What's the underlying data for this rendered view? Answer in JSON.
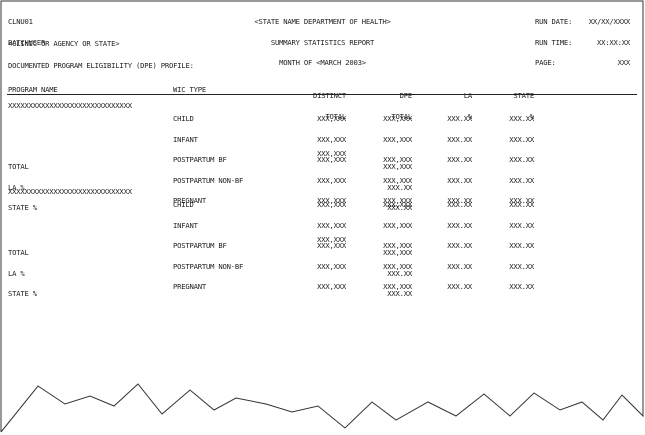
{
  "header": {
    "left_lines": [
      "CLNU01",
      "BATCHUSER"
    ],
    "center_lines": [
      "<STATE NAME DEPARTMENT OF HEALTH>",
      "SUMMARY STATISTICS REPORT",
      "MONTH OF <MARCH 2003>"
    ],
    "right_labels": [
      "RUN DATE:",
      "RUN TIME:",
      "PAGE:"
    ],
    "right_values": [
      "XX/XX/XXXX",
      "XX:XX:XX",
      "XXX"
    ]
  },
  "clinic_line": "<CLINIC OR AGENCY OR STATE>",
  "section_title": "DOCUMENTED PROGRAM ELIGIBILITY (DPE) PROFILE:",
  "columns": {
    "program_name": "PROGRAM NAME",
    "wic_type": "WIC TYPE",
    "distinct_1": "DISTINCT",
    "distinct_2": "TOTAL",
    "dpe_1": "DPE",
    "dpe_2": "TOTAL",
    "la_1": "LA",
    "la_2": "%",
    "state_1": "STATE",
    "state_2": "%"
  },
  "blocks": [
    {
      "program": "XXXXXXXXXXXXXXXXXXXXXXXXXXXXXX",
      "wic_types": [
        "CHILD",
        "INFANT",
        "POSTPARTUM BF",
        "POSTPARTUM NON-BF",
        "PREGNANT"
      ],
      "distinct": [
        "XXX,XXX",
        "XXX,XXX",
        "XXX,XXX",
        "XXX,XXX",
        "XXX,XXX"
      ],
      "dpe": [
        "XXX,XXX",
        "XXX,XXX",
        "XXX,XXX",
        "XXX,XXX",
        "XXX,XXX"
      ],
      "la": [
        "XXX.XX",
        "XXX.XX",
        "XXX.XX",
        "XXX.XX",
        "XXX.XX"
      ],
      "state": [
        "XXX.XX",
        "XXX.XX",
        "XXX.XX",
        "XXX.XX",
        "XXX.XX"
      ],
      "total_labels": [
        "TOTAL",
        "LA %",
        "STATE %"
      ],
      "total_distinct": "XXX,XXX",
      "total_dpe": [
        "XXX,XXX",
        "XXX.XX",
        "XXX.XX"
      ]
    },
    {
      "program": "XXXXXXXXXXXXXXXXXXXXXXXXXXXXXX",
      "wic_types": [
        "CHILD",
        "INFANT",
        "POSTPARTUM BF",
        "POSTPARTUM NON-BF",
        "PREGNANT"
      ],
      "distinct": [
        "XXX,XXX",
        "XXX,XXX",
        "XXX,XXX",
        "XXX,XXX",
        "XXX,XXX"
      ],
      "dpe": [
        "XXX,XXX",
        "XXX,XXX",
        "XXX,XXX",
        "XXX,XXX",
        "XXX,XXX"
      ],
      "la": [
        "XXX.XX",
        "XXX.XX",
        "XXX.XX",
        "XXX.XX",
        "XXX.XX"
      ],
      "state": [
        "XXX.XX",
        "XXX.XX",
        "XXX.XX",
        "XXX.XX",
        "XXX.XX"
      ],
      "total_labels": [
        "TOTAL",
        "LA %",
        "STATE %"
      ],
      "total_distinct": "XXX,XXX",
      "total_dpe": [
        "XXX,XXX",
        "XXX.XX",
        "XXX.XX"
      ]
    }
  ]
}
